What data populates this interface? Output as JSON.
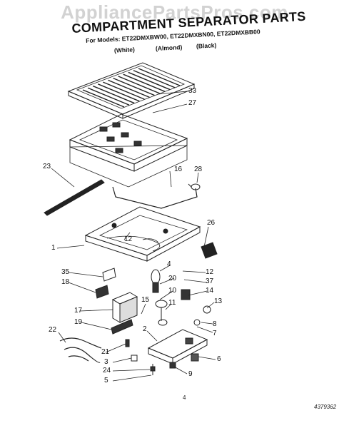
{
  "watermark": "AppliancePartsPros.com",
  "title": "COMPARTMENT SEPARATOR PARTS",
  "models_line": "For Models: ET22DMXBW00, ET22DMXBN00, ET22DMXBB00",
  "variants": [
    "(White)",
    "(Almond)",
    "(Black)"
  ],
  "part_numbers": [
    "33",
    "27",
    "23",
    "16",
    "28",
    "26",
    "1",
    "12",
    "4",
    "12",
    "35",
    "18",
    "20",
    "37",
    "10",
    "14",
    "13",
    "17",
    "15",
    "11",
    "19",
    "2",
    "8",
    "7",
    "22",
    "21",
    "3",
    "6",
    "24",
    "9",
    "5"
  ],
  "page_number": "4",
  "document_number": "4379362"
}
